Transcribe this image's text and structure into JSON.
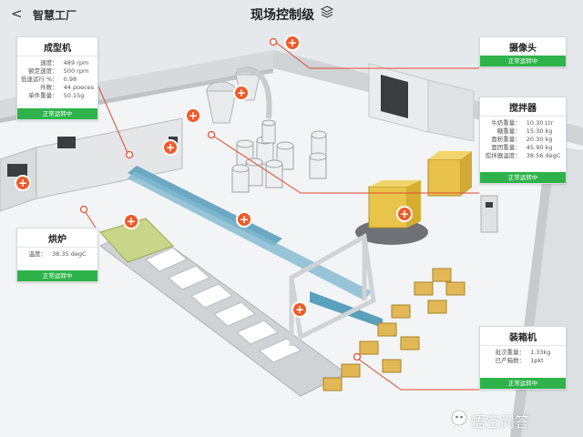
{
  "header": {
    "back_glyph": "<",
    "breadcrumb": "智慧工厂",
    "title": "现场控制级",
    "title_icon": "layers-icon"
  },
  "colors": {
    "status_green": "#2eb34a",
    "hotspot_orange": "#f05a28",
    "connector_red": "#e24a2c"
  },
  "panels": {
    "molding": {
      "title": "成型机",
      "rows": [
        {
          "k": "速度：",
          "v": "489 rpm"
        },
        {
          "k": "额定速度：",
          "v": "500 rpm"
        },
        {
          "k": "低速运行 %：",
          "v": "0.98"
        },
        {
          "k": "件数：",
          "v": "44 poeces"
        },
        {
          "k": "单件重量：",
          "v": "50.15g"
        }
      ],
      "status": "正常运转中"
    },
    "oven": {
      "title": "烘炉",
      "rows": [
        {
          "k": "温度：",
          "v": "38.35 degC"
        }
      ],
      "status": "正常运转中"
    },
    "camera": {
      "title": "摄像头",
      "status": "正常运转中"
    },
    "mixer": {
      "title": "搅拌器",
      "rows": [
        {
          "k": "牛奶重量：",
          "v": "10.30 Ltr"
        },
        {
          "k": "糖重量：",
          "v": "15.30 kg"
        },
        {
          "k": "面粉重量：",
          "v": "20.30 kg"
        },
        {
          "k": "面团重量：",
          "v": "45.90 kg"
        },
        {
          "k": "搅拌器温度：",
          "v": "38.56 degC"
        }
      ],
      "status": "正常运转中"
    },
    "packer": {
      "title": "装箱机",
      "rows": [
        {
          "k": "批次重量：",
          "v": "1.33kg"
        },
        {
          "k": "已产箱数：",
          "v": "1pkt"
        }
      ],
      "status": "正常运转中"
    }
  },
  "hotspot_glyph": "+",
  "watermark": "悟空问答"
}
